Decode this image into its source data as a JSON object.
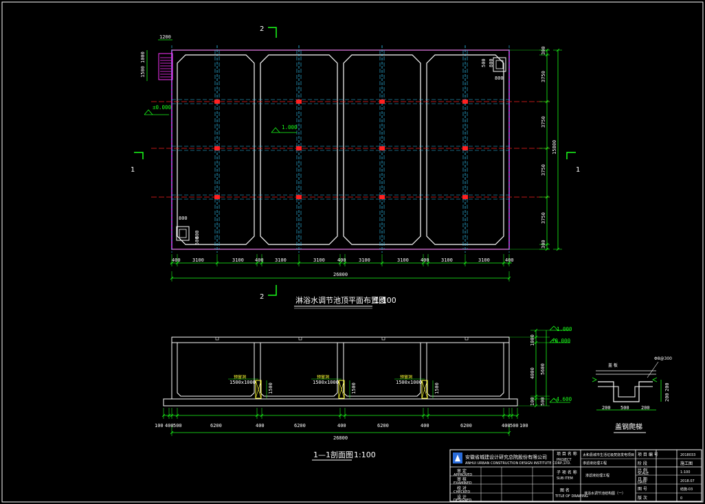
{
  "colors": {
    "background": "#000000",
    "dimension": "#1aff1a",
    "wall": "#ffffff",
    "outline": "#ff33ff",
    "beam_red": "#ff2020",
    "beam_cyan": "#33ccff",
    "yellow": "#ffff33"
  },
  "plan": {
    "title": "淋浴水调节池顶平面布置图",
    "scale": "1:100",
    "section_marks": {
      "one": "1",
      "two": "2"
    },
    "level_outside": "±0.000",
    "level_roof": "1.000",
    "stair_dims": {
      "width": "1200",
      "h1": "1000",
      "h2": "1500"
    },
    "hatch_dims": {
      "top_right_w": "800",
      "top_right_h": "800",
      "top_right_h2": "500",
      "bottom_left_w": "800",
      "bottom_left_h": "800",
      "bottom_left_h2": "500"
    },
    "bottom_dims": [
      "400",
      "3100",
      "3100",
      "400",
      "3100",
      "3100",
      "400",
      "3100",
      "3100",
      "400",
      "3100",
      "3100",
      "400"
    ],
    "total_width": "26800",
    "right_dims": [
      "300",
      "3750",
      "3750",
      "3750",
      "3750",
      "300"
    ],
    "total_height": "15800"
  },
  "section": {
    "title": "1—1剖面图",
    "scale": "1:100",
    "opening_label": "预留洞",
    "opening_size": "1500x1000",
    "opening_height": "1500",
    "levels": {
      "top": "1.000",
      "ground": "±0.000",
      "bottom": "-4.600"
    },
    "right_dims": [
      "1000",
      "4000",
      "100",
      "500",
      "5600"
    ],
    "bottom_dims": [
      "100",
      "400",
      "500",
      "6200",
      "400",
      "6200",
      "400",
      "6200",
      "400",
      "6200",
      "400",
      "500",
      "100"
    ],
    "total_width": "26800"
  },
  "detail": {
    "title": "盖钢爬梯",
    "top_label": "盖 板",
    "side_label": "Φ8@300",
    "dims": [
      "200",
      "500",
      "200"
    ],
    "height_dims": [
      "200",
      "200"
    ]
  },
  "title_block": {
    "company_cn": "安徽省城建设计研究总院股份有限公司",
    "company_en": "ANHUI URBAN CONSTRUCTION DESIGN INSTITUTE CORP.,LTD.",
    "project_label": "项 目 名 称",
    "project_label_en": "PROJECT",
    "project_name": "太和县城市生活垃圾焚烧发电项目",
    "subitem_label": "子 项 名 称",
    "subitem_label_en": "SUB ITEM",
    "subitem_name": "渗滤液处理工程",
    "drawing_label": "图 名",
    "drawing_label_en": "TITLE OF DRAWING",
    "drawing_name": "淋浴水调节池结构图（一）",
    "number_label": "项 目 编 号",
    "number_value": "2018033",
    "stage_label": "阶 段",
    "stage_value": "施工图",
    "scale_label": "比 例",
    "scale_label_en": "SCALE",
    "scale_value": "1:100",
    "date_label": "日 期",
    "date_label_en": "DATE",
    "date_value": "2018.07",
    "sheet_label": "图 号",
    "sheet_value": "结施-03",
    "version_label": "版 次",
    "version_value": "0",
    "role_labels": [
      "审 定",
      "审 核",
      "校 对",
      "设 计"
    ],
    "role_labels_en": [
      "APPROVED",
      "EXAMINED",
      "CHECKED",
      "DESIGNED"
    ]
  }
}
